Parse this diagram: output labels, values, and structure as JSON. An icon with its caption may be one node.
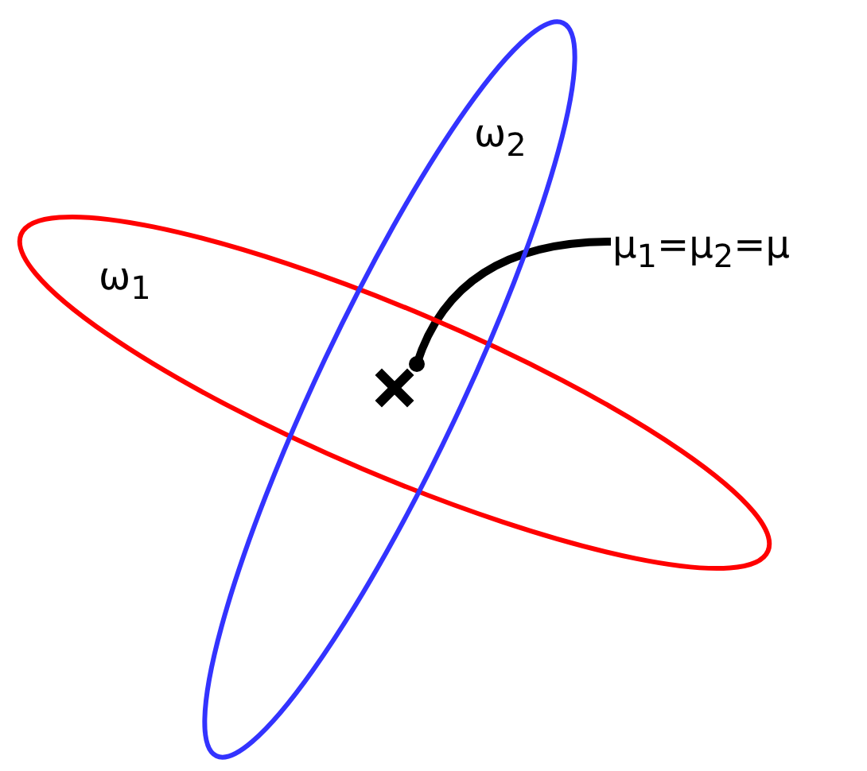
{
  "diagram": {
    "nodes": [
      {
        "text": [
          "ω$_{1}$"
        ]
      },
      {
        "text": [
          "ω$_{2}$"
        ]
      },
      {
        "text": [
          "μ$_{1}$=μ$_{2}$=μ"
        ]
      },
      {
        "text": [],
        "shape": "cross"
      }
    ],
    "edges": [
      {
        "from": 2,
        "to": 3,
        "arrow": "other"
      }
    ]
  }
}
